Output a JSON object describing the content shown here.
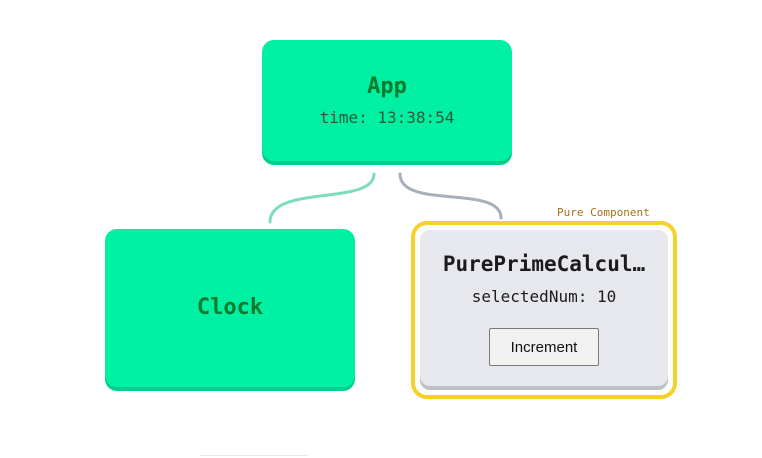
{
  "app": {
    "title": "App",
    "subtitle": "time: 13:38:54"
  },
  "clock": {
    "title": "Clock"
  },
  "prime": {
    "frame_label": "Pure Component",
    "title": "PurePrimeCalcul…",
    "subtitle": "selectedNum: 10",
    "button_label": "Increment"
  },
  "colors": {
    "node_green": "#00f0a3",
    "green_text": "#0d7a2c",
    "pure_border": "#f7d02c",
    "pure_label": "#a57312",
    "gray_node": "#e7e8ed",
    "edge_clock": "#7ddcbc",
    "edge_prime": "#a9b0bc"
  }
}
